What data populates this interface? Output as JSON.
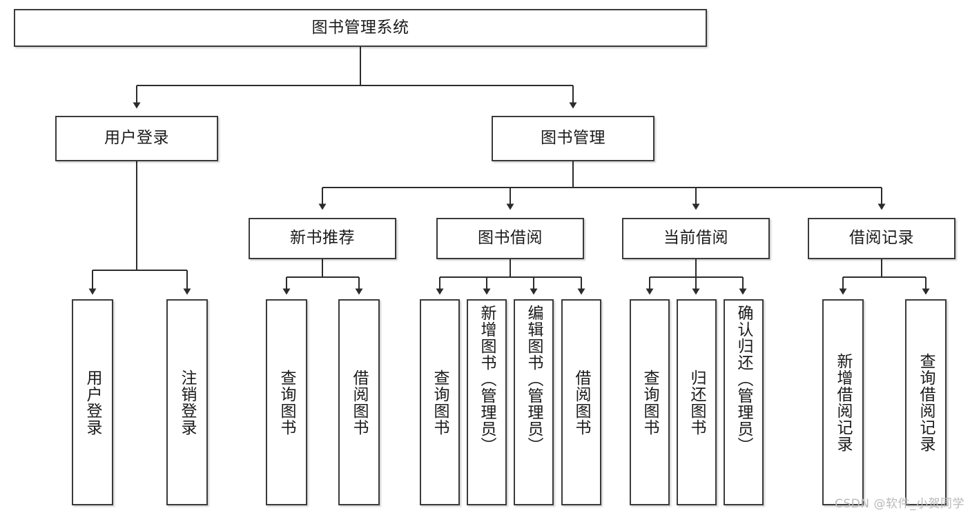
{
  "diagram": {
    "title": "图书管理系统",
    "type": "tree-hierarchy",
    "root": {
      "label": "图书管理系统"
    },
    "level2": [
      {
        "label": "用户登录"
      },
      {
        "label": "图书管理"
      }
    ],
    "level3": [
      {
        "label": "新书推荐"
      },
      {
        "label": "图书借阅"
      },
      {
        "label": "当前借阅"
      },
      {
        "label": "借阅记录"
      }
    ],
    "leaves": {
      "user_login": [
        {
          "label": "用户登录"
        },
        {
          "label": "注销登录"
        }
      ],
      "new_book_recommend": [
        {
          "label": "查询图书"
        },
        {
          "label": "借阅图书"
        }
      ],
      "book_borrow": [
        {
          "label": "查询图书"
        },
        {
          "label": "新增图书（管理员）"
        },
        {
          "label": "编辑图书（管理员）"
        },
        {
          "label": "借阅图书"
        }
      ],
      "current_borrow": [
        {
          "label": "查询图书"
        },
        {
          "label": "归还图书"
        },
        {
          "label": "确认归还（管理员）"
        }
      ],
      "borrow_record": [
        {
          "label": "新增借阅记录"
        },
        {
          "label": "查询借阅记录"
        }
      ]
    }
  },
  "watermark": {
    "text": "CSDN @软件_小贺同学"
  },
  "colors": {
    "box_border": "#3a3a3a",
    "box_fill": "#ffffff",
    "text": "#1a1a1a",
    "connector": "#2b2b2b",
    "watermark": "#b9b9b9",
    "background": "#ffffff"
  }
}
